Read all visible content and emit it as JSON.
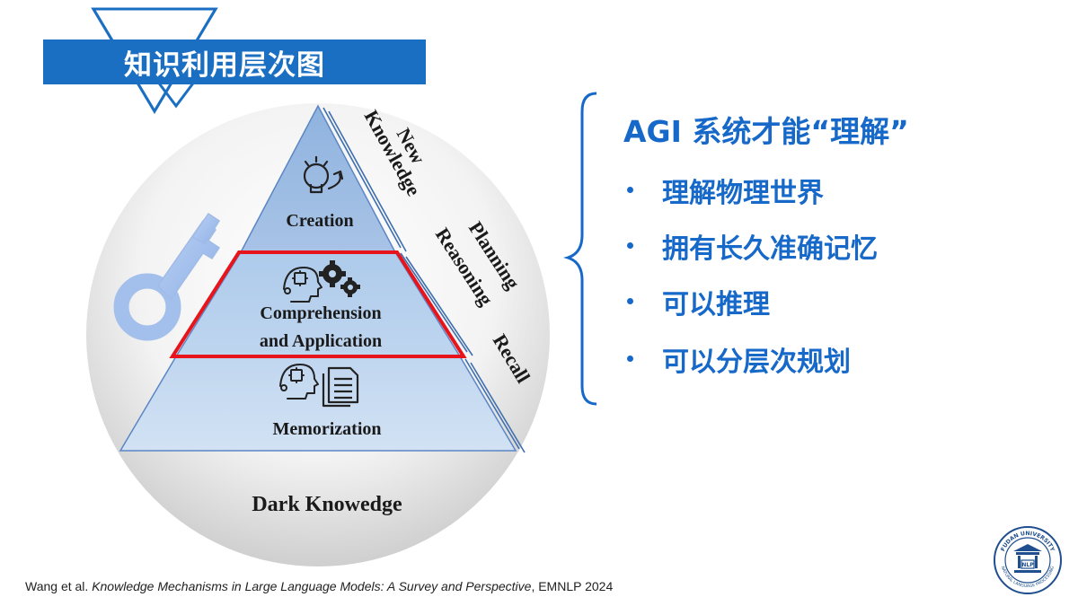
{
  "title": "知识利用层次图",
  "pyramid": {
    "top": "Creation",
    "middle_line1": "Comprehension",
    "middle_line2": "and Application",
    "bottom": "Memorization",
    "base": "Dark Knowedge"
  },
  "side_labels": {
    "top_line1": "New",
    "top_line2": "Knowledge",
    "middle_line1": "Planning",
    "middle_line2": "Reasoning",
    "bottom": "Recall"
  },
  "right_panel": {
    "heading": "AGI 系统才能“理解”",
    "bullets": [
      "理解物理世界",
      "拥有长久准确记忆",
      "可以推理",
      "可以分层次规划"
    ]
  },
  "citation": {
    "prefix": "Wang et al. ",
    "title": "Knowledge Mechanisms in Large Language Models: A Survey and Perspective",
    "suffix": ", EMNLP 2024"
  },
  "logo": {
    "top_text": "FUDAN UNIVERSITY",
    "bottom_text": "NATURAL LANGUAGE PROCESSING",
    "center_text": "NLP"
  },
  "colors": {
    "title_banner": "#1b6fc2",
    "accent_text": "#1769c9",
    "highlight_border": "#e8141c",
    "pyramid_fill": "#a9c6e8",
    "key_fill": "#a8c4ef"
  }
}
